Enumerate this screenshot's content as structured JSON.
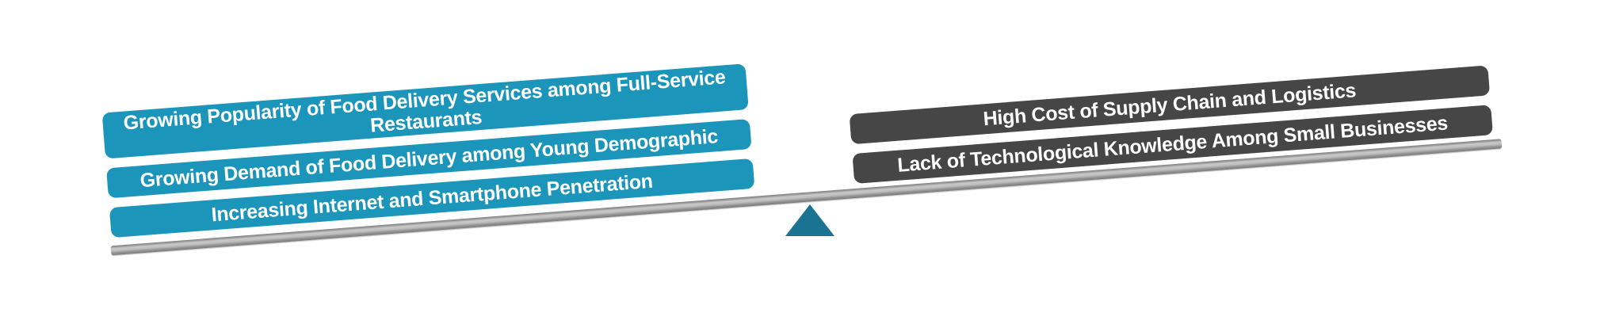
{
  "diagram": {
    "type": "balance-seesaw",
    "tilt_degrees": -4.4,
    "background_color": "#FFFFFF",
    "text_color": "#FFFFFF",
    "beam_color": "#ABABAB",
    "fulcrum_color": "#1A7390",
    "left_side": {
      "role": "drivers",
      "box_color": "#1B95BA",
      "items": [
        {
          "label": "Growing Popularity of Food Delivery Services among Full-Service Restaurants",
          "lines": [
            "Growing Popularity of Food Delivery Services among Full-Service",
            "Restaurants"
          ]
        },
        {
          "label": "Growing Demand of Food Delivery among Young Demographic",
          "lines": [
            "Growing Demand of Food Delivery among Young Demographic"
          ]
        },
        {
          "label": "Increasing Internet and Smartphone Penetration",
          "lines": [
            "Increasing Internet and Smartphone Penetration"
          ]
        }
      ]
    },
    "right_side": {
      "role": "restraints",
      "box_color": "#464646",
      "items": [
        {
          "label": "High Cost of Supply Chain and Logistics",
          "lines": [
            "High Cost of Supply Chain and Logistics"
          ]
        },
        {
          "label": "Lack of Technological Knowledge Among Small Businesses",
          "lines": [
            "Lack of Technological Knowledge Among Small Businesses"
          ]
        }
      ]
    }
  }
}
